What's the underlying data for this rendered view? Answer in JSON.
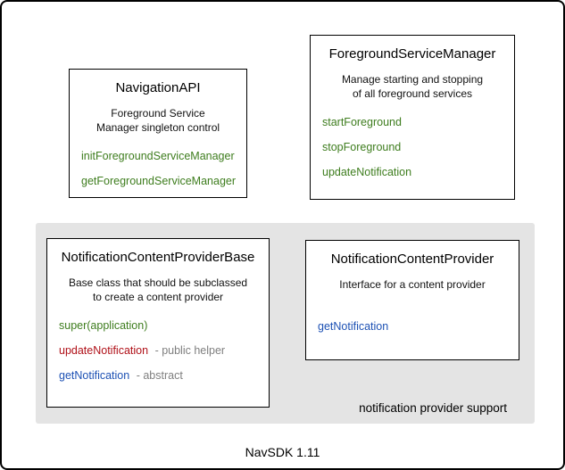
{
  "colors": {
    "method_green": "#3e7d1e",
    "method_red": "#b01119",
    "method_blue": "#1d51b4",
    "annotation_gray": "#7f7f7f",
    "group_panel_gray": "#e4e4e4"
  },
  "boxes": {
    "navigation_api": {
      "title": "NavigationAPI",
      "description": "Foreground Service\nManager singleton control",
      "methods": [
        {
          "name": "initForegroundServiceManager",
          "color": "#3e7d1e"
        },
        {
          "name": "getForegroundServiceManager",
          "color": "#3e7d1e"
        }
      ]
    },
    "foreground_service_manager": {
      "title": "ForegroundServiceManager",
      "description": "Manage starting and stopping\nof all foreground services",
      "methods": [
        {
          "name": "startForeground",
          "color": "#3e7d1e"
        },
        {
          "name": "stopForeground",
          "color": "#3e7d1e"
        },
        {
          "name": "updateNotification",
          "color": "#3e7d1e"
        }
      ]
    },
    "notification_content_provider_base": {
      "title": "NotificationContentProviderBase",
      "description": "Base class that should be subclassed\nto create a content provider",
      "methods": [
        {
          "name": "super(application)",
          "color": "#3e7d1e"
        },
        {
          "name": "updateNotification",
          "color": "#b01119",
          "suffix": "- public helper",
          "suffix_color": "#7f7f7f"
        },
        {
          "name": "getNotification",
          "color": "#1d51b4",
          "suffix": "- abstract",
          "suffix_color": "#7f7f7f"
        }
      ]
    },
    "notification_content_provider": {
      "title": "NotificationContentProvider",
      "description": "Interface for a content provider",
      "methods": [
        {
          "name": "getNotification",
          "color": "#1d51b4"
        }
      ]
    }
  },
  "group": {
    "label": "notification provider support"
  },
  "footer": {
    "version_label": "NavSDK 1.11"
  }
}
